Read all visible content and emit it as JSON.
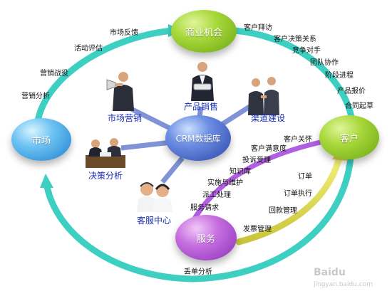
{
  "nodes": {
    "business": "商业机会",
    "market": "市场",
    "customer": "客户",
    "service": "服务",
    "crm": "CRM数据库"
  },
  "spokes": {
    "marketing": "市场营销",
    "product_sales": "产品销售",
    "channel": "渠道建设",
    "decision": "决策分析",
    "service_center": "客服中心"
  },
  "labels_market_to_business": [
    "营销分析",
    "营销战役",
    "活动评估",
    "市场反馈"
  ],
  "labels_business_to_customer": [
    "客户拜访",
    "客户决策关系",
    "竞争对手",
    "团队协作",
    "阶段进程",
    "产品报价",
    "合同起草"
  ],
  "labels_customer_to_service_inner": [
    "客户关怀",
    "客户满意度",
    "投诉受理",
    "知识库",
    "实施与维护",
    "派工处理",
    "服务请求"
  ],
  "labels_customer_to_service_outer": [
    "订单",
    "订单执行",
    "回款管理",
    "发票管理"
  ],
  "label_bottom": "丢单分析",
  "watermark": {
    "brand": "Baidu",
    "sub": "jingyan.baidu.com"
  },
  "colors": {
    "outer_arc": "#3ecfc3",
    "inner_arc_purple": "#b05fe0",
    "inner_arc_yellow": "#dcd84a",
    "spoke": "#7f93d6",
    "spoke_label": "#1a2fb0"
  }
}
